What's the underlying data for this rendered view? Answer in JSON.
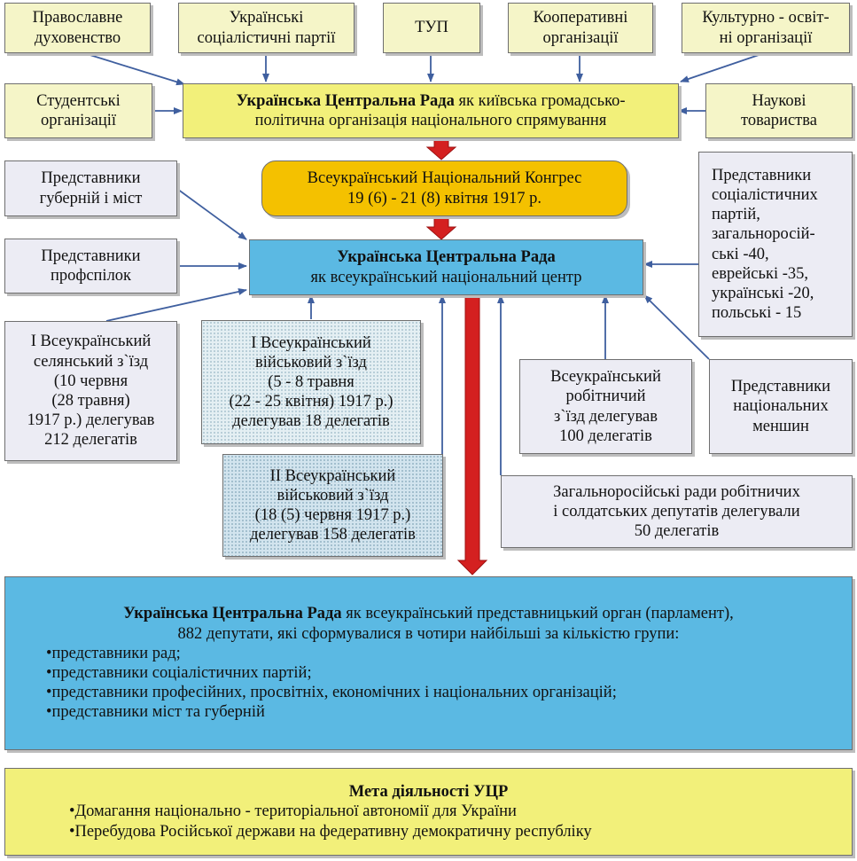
{
  "top_row": {
    "orthodox_clergy": [
      "Православне",
      "духовенство"
    ],
    "ukrainian_socialist_parties": [
      "Українські",
      "соціалістичні партії"
    ],
    "tup": [
      "ТУП"
    ],
    "cooperative_orgs": [
      "Кооперативні",
      "організації"
    ],
    "cultural_orgs": [
      "Культурно - освіт-",
      "ні організації"
    ]
  },
  "student_orgs": [
    "Студентські",
    "організації"
  ],
  "scientific_societies": [
    "Наукові",
    "товариства"
  ],
  "ucr_kyiv": {
    "bold": "Українська Центральна Рада",
    "line1_rest": " як київська громадсько-",
    "line2": "політична організація національного спрямування"
  },
  "congress": [
    "Всеукраїнський Національний Конгрес",
    "19 (6) - 21 (8) квітня 1917 р."
  ],
  "reps_provinces": [
    "Представники",
    "губерній і міст"
  ],
  "reps_unions": [
    "Представники",
    "профспілок"
  ],
  "ucr_national": {
    "bold": "Українська Центральна Рада",
    "line2": "як всеукраїнський національний центр"
  },
  "reps_socialist_parties": [
    "Представники",
    "соціалістичних",
    "партій,",
    "загальноросій-",
    "ські -40,",
    "еврейські -35,",
    "українські -20,",
    "польські - 15"
  ],
  "peasant_congress": [
    "І Всеукраїнський",
    "селянський з`їзд",
    "(10 червня",
    "(28 травня)",
    "1917 р.) делегував",
    "212 делегатів"
  ],
  "military_congress_1": [
    "І Всеукраїнський",
    "військовий з`їзд",
    "(5 - 8 травня",
    "(22 - 25 квітня) 1917 р.)",
    "делегував 18 делегатів"
  ],
  "workers_congress": [
    "Всеукраїнський",
    "робітничий",
    "з`їзд делегував",
    "100 делегатів"
  ],
  "reps_minorities": [
    "Представники",
    "національних",
    "меншин"
  ],
  "military_congress_2": [
    "ІІ Всеукраїнський",
    "військовий з`їзд",
    "(18 (5) червня 1917 р.)",
    "делегував 158 делегатів"
  ],
  "soviets": [
    "Загальноросійські ради робітничих",
    "і солдатських депутатів делегували",
    "50 делегатів"
  ],
  "ucr_parliament": {
    "bold": "Українська Центральна Рада",
    "line1_rest": " як всеукраїнський представницький орган (парламент),",
    "line2": "882 депутати, які сформувалися в чотири найбільші за кількістю групи:",
    "bullets": [
      "•представники рад;",
      "•представники соціалістичних партій;",
      "•представники професійних, просвітніх, економічних і національних організацій;",
      "•представники міст та губерній"
    ]
  },
  "goal": {
    "title": "Мета діяльності УЦР",
    "bullets": [
      "•Домагання національно - територіальної автономії для України",
      "•Перебудова Російської держави на федеративну демократичну республіку"
    ]
  },
  "colors": {
    "yellow_box": "#f5f5c8",
    "bright_yellow_box": "#f2f07a",
    "grey_box": "#ececf4",
    "blue_box": "#5bb9e3",
    "orange_box": "#f4c100",
    "blue_arrow": "#3f5f9f",
    "red_arrow": "#d42020"
  }
}
